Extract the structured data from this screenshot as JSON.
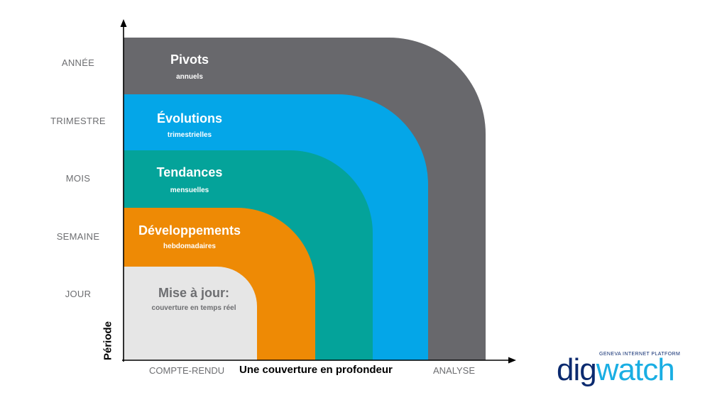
{
  "yaxis": {
    "title": "Période",
    "labels": [
      "ANNÉE",
      "TRIMESTRE",
      "MOIS",
      "SEMAINE",
      "JOUR"
    ]
  },
  "xaxis": {
    "left": "COMPTE-RENDU",
    "center": "Une couverture en profondeur",
    "right": "ANALYSE"
  },
  "bands": [
    {
      "title": "Pivots",
      "subtitle": "annuels",
      "color": "#68686c"
    },
    {
      "title": "Évolutions",
      "subtitle": "trimestrielles",
      "color": "#04a6e8"
    },
    {
      "title": "Tendances",
      "subtitle": "mensuelles",
      "color": "#04a39a"
    },
    {
      "title": "Développements",
      "subtitle": "hebdomadaires",
      "color": "#ee8a05"
    },
    {
      "title": "Mise à jour:",
      "subtitle": "couverture en temps réel",
      "color": "#e6e6e6"
    }
  ],
  "logo": {
    "tagline": "GENEVA INTERNET PLATFORM",
    "part1": "dig",
    "part2": "watch"
  }
}
